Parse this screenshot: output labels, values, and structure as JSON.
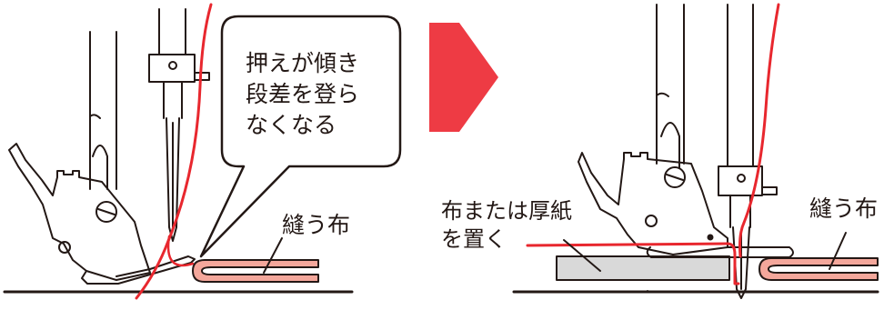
{
  "left_panel": {
    "callout_lines": [
      "押えが傾き",
      "段差を登ら",
      "なくなる"
    ],
    "fabric_label": "縫う布"
  },
  "right_panel": {
    "spacer_label_lines": [
      "布または厚紙",
      "を置く"
    ],
    "fabric_label": "縫う布"
  },
  "colors": {
    "thread": "#e8272e",
    "arrow": "#ee3b44",
    "fabric_fill": "#f4a79b",
    "spacer_fill": "#d9d9d9",
    "line": "#231815"
  }
}
